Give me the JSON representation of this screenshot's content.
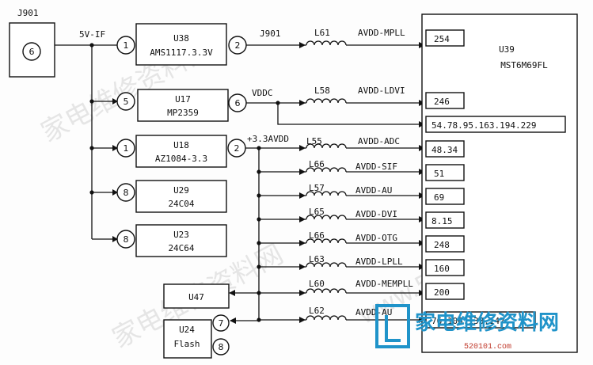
{
  "connector": {
    "ref": "J901",
    "pin": "6"
  },
  "supply_net": "5V-IF",
  "regulators": [
    {
      "ref": "U38",
      "part": "AMS1117.3.3V",
      "in_pin": "1",
      "out_pin": "2",
      "out_net": "J901"
    },
    {
      "ref": "U17",
      "part": "MP2359",
      "in_pin": "5",
      "out_pin": "6",
      "out_net": "VDDC"
    },
    {
      "ref": "U18",
      "part": "AZ1084-3.3",
      "in_pin": "1",
      "out_pin": "2",
      "out_net": "+3.3AVDD"
    },
    {
      "ref": "U29",
      "part": "24C04",
      "in_pin": "8"
    },
    {
      "ref": "U23",
      "part": "24C64",
      "in_pin": "8"
    }
  ],
  "main_ic": {
    "ref": "U39",
    "part": "MST6M69FL"
  },
  "rails": [
    {
      "inductor": "L61",
      "net": "AVDD-MPLL",
      "pins": "254"
    },
    {
      "inductor": "L58",
      "net": "AVDD-LDVI",
      "pins": "246"
    },
    {
      "inductor": "",
      "net": "",
      "pins": "54.78.95.163.194.229"
    },
    {
      "inductor": "L55",
      "net": "AVDD-ADC",
      "pins": "48.34"
    },
    {
      "inductor": "L66",
      "net": "AVDD-SIF",
      "pins": "51"
    },
    {
      "inductor": "L57",
      "net": "AVDD-AU",
      "pins": "69"
    },
    {
      "inductor": "L65",
      "net": "AVDD-DVI",
      "pins": "8.15"
    },
    {
      "inductor": "L66",
      "net": "AVDD-OTG",
      "pins": "248"
    },
    {
      "inductor": "L63",
      "net": "AVDD-LPLL",
      "pins": "160"
    },
    {
      "inductor": "L60",
      "net": "AVDD-MEMPLL",
      "pins": "200"
    },
    {
      "inductor": "L62",
      "net": "AVDD-AU",
      "pins": "76.106.133.147"
    }
  ],
  "peripherals": [
    {
      "ref": "U47",
      "part": ""
    },
    {
      "ref": "U24",
      "part": "Flash",
      "pins": [
        "7",
        "8"
      ]
    }
  ],
  "watermark": {
    "site": "www.520101.com",
    "brand": "家电维修资料网",
    "url": "520101.com"
  }
}
